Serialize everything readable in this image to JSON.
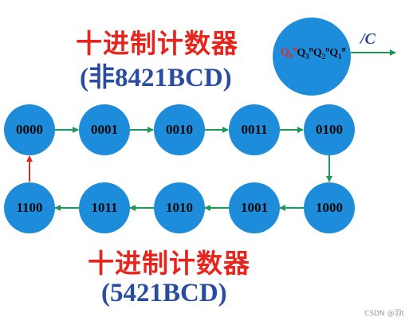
{
  "title_top": "十进制计数器",
  "subtitle_top": "(非8421BCD)",
  "title_bottom": "十进制计数器",
  "subtitle_bottom": "(5421BCD)",
  "state_label": "Q0nQ3nQ2nQ1n",
  "carry_label": "/C",
  "states": [
    "0000",
    "0001",
    "0010",
    "0011",
    "0100",
    "1000",
    "1001",
    "1010",
    "1011",
    "1100"
  ],
  "watermark": "CSDN @羽t",
  "colors": {
    "node": "#1d8ddb",
    "arrow": "#1a9a55",
    "return_arrow": "#e8251c",
    "title": "#e8251c",
    "subtitle": "#2a4ca0"
  }
}
